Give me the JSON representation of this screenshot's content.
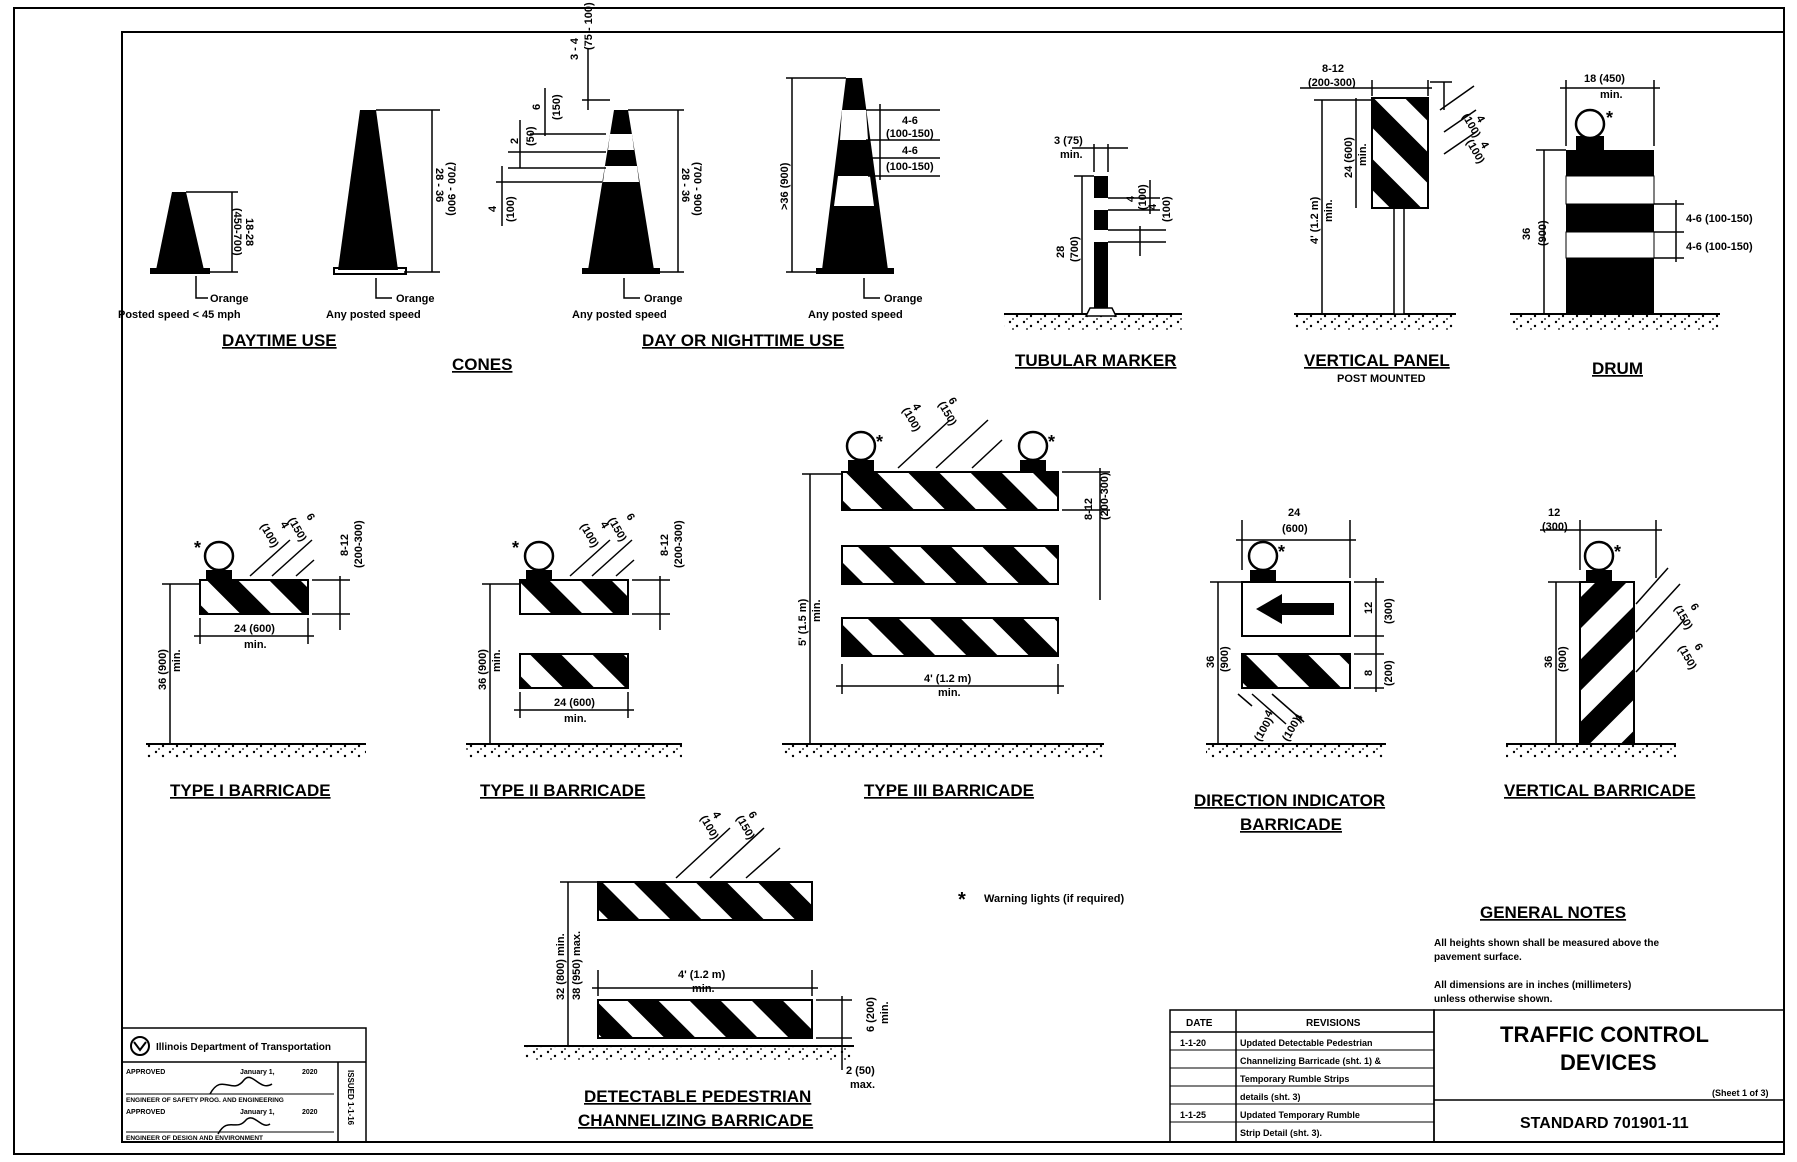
{
  "cones": {
    "group_label": "CONES",
    "daytime_label": "DAYTIME USE",
    "daynight_label": "DAY OR NIGHTTIME USE",
    "small_dim": "18-28",
    "small_dim_mm": "(450-700)",
    "small_color": "Orange",
    "small_caption": "Posted speed < 45 mph",
    "large_dim": "28 - 36",
    "large_dim_mm": "(700 - 900)",
    "large_color": "Orange",
    "large_caption": "Any posted speed",
    "banded_top": "3 - 4",
    "banded_top_mm": "(75 - 100)",
    "banded_6": "6",
    "banded_6_mm": "(150)",
    "banded_2": "2",
    "banded_2_mm": "(50)",
    "banded_4": "4",
    "banded_4_mm": "(100)",
    "banded_dim": "28 - 36",
    "banded_dim_mm": "(700 - 900)",
    "banded_color": "Orange",
    "banded_caption": "Any posted speed",
    "tall_dim": ">36 (900)",
    "tall_band1": "4-6",
    "tall_band1_mm": "(100-150)",
    "tall_band2": "4-6",
    "tall_band2_mm": "(100-150)",
    "tall_color": "Orange",
    "tall_caption": "Any posted speed"
  },
  "tubular": {
    "label": "TUBULAR MARKER",
    "width_dim": "3 (75)",
    "width_min": "min.",
    "height_dim": "28",
    "height_mm": "(700)",
    "band1": "4",
    "band1_mm": "(100)",
    "band2": "4",
    "band2_mm": "(100)"
  },
  "vertical_panel": {
    "label": "VERTICAL PANEL",
    "sublabel": "POST MOUNTED",
    "width_dim": "8-12",
    "width_mm": "(200-300)",
    "panel_h": "24 (600)",
    "panel_h_min": "min.",
    "post_h": "4' (1.2 m)",
    "post_h_min": "min.",
    "stripe1": "4",
    "stripe1_mm": "(100)",
    "stripe2": "4",
    "stripe2_mm": "(100)"
  },
  "drum": {
    "label": "DRUM",
    "width_dim": "18 (450)",
    "width_min": "min.",
    "height_dim": "36",
    "height_mm": "(900)",
    "band1": "4-6 (100-150)",
    "band2": "4-6 (100-150)"
  },
  "type1": {
    "label": "TYPE I BARRICADE",
    "height": "36 (900)",
    "height_min": "min.",
    "rail_h": "8-12",
    "rail_h_mm": "(200-300)",
    "rail_w": "24 (600)",
    "rail_w_min": "min.",
    "stripe1": "4",
    "stripe1_mm": "(100)",
    "stripe2": "6",
    "stripe2_mm": "(150)"
  },
  "type2": {
    "label": "TYPE II BARRICADE",
    "height": "36 (900)",
    "height_min": "min.",
    "rail_h": "8-12",
    "rail_h_mm": "(200-300)",
    "rail_w": "24 (600)",
    "rail_w_min": "min.",
    "stripe1": "4",
    "stripe1_mm": "(100)",
    "stripe2": "6",
    "stripe2_mm": "(150)"
  },
  "type3": {
    "label": "TYPE III BARRICADE",
    "height": "5' (1.5 m)",
    "height_min": "min.",
    "rail_h": "8-12",
    "rail_h_mm": "(200-300)",
    "rail_w": "4' (1.2 m)",
    "rail_w_min": "min.",
    "stripe1": "4",
    "stripe1_mm": "(100)",
    "stripe2": "6",
    "stripe2_mm": "(150)"
  },
  "direction": {
    "label_line1": "DIRECTION INDICATOR",
    "label_line2": "BARRICADE",
    "width": "24",
    "width_mm": "(600)",
    "height": "36",
    "height_mm": "(900)",
    "sign_h": "12",
    "sign_h_mm": "(300)",
    "rail_h": "8",
    "rail_h_mm": "(200)",
    "stripe1": "4",
    "stripe1_mm": "(100)",
    "stripe2": "4",
    "stripe2_mm": "(100)"
  },
  "vertical_barricade": {
    "label": "VERTICAL BARRICADE",
    "width": "12",
    "width_mm": "(300)",
    "height": "36",
    "height_mm": "(900)",
    "stripe1": "6",
    "stripe1_mm": "(150)",
    "stripe2": "6",
    "stripe2_mm": "(150)"
  },
  "pedestrian": {
    "label_line1": "DETECTABLE PEDESTRIAN",
    "label_line2": "CHANNELIZING BARRICADE",
    "height": "32 (800) min.",
    "height2": "38 (950) max.",
    "rail_w": "4' (1.2 m)",
    "rail_w_min": "min.",
    "rail_h": "6 (200)",
    "rail_h_min": "min.",
    "bottom": "2 (50)",
    "bottom_max": "max.",
    "stripe1": "4",
    "stripe1_mm": "(100)",
    "stripe2": "6",
    "stripe2_mm": "(150)"
  },
  "legend": {
    "star": "*",
    "text": "Warning lights (if required)"
  },
  "notes": {
    "title": "GENERAL NOTES",
    "lines": [
      "All heights shown shall be measured above the",
      "pavement surface.",
      "",
      "All dimensions are in inches (millimeters)",
      "unless otherwise shown."
    ]
  },
  "approval": {
    "agency": "Illinois Department of Transportation",
    "approved1": "APPROVED",
    "date1": "January 1,",
    "year1": "2020",
    "role1": "ENGINEER OF SAFETY PROG. AND ENGINEERING",
    "approved2": "APPROVED",
    "date2": "January 1,",
    "year2": "2020",
    "role2": "ENGINEER OF DESIGN AND ENVIRONMENT",
    "side_id": "ISSUED 1-1-16"
  },
  "revisions": {
    "date_header": "DATE",
    "rev_header": "REVISIONS",
    "rows": [
      {
        "date": "1-1-20",
        "text": "Updated Detectable Pedestrian"
      },
      {
        "date": "",
        "text": "Channelizing Barricade (sht. 1) &"
      },
      {
        "date": "",
        "text": "Temporary Rumble Strips"
      },
      {
        "date": "",
        "text": "details (sht. 3)"
      },
      {
        "date": "1-1-25",
        "text": "Updated Temporary Rumble"
      },
      {
        "date": "",
        "text": "Strip Detail (sht. 3)."
      }
    ]
  },
  "title_block": {
    "line1": "TRAFFIC CONTROL",
    "line2": "DEVICES",
    "sheet": "(Sheet 1 of 3)",
    "standard": "STANDARD 701901-11"
  },
  "colors": {
    "ink": "#000000",
    "paper": "#ffffff"
  }
}
